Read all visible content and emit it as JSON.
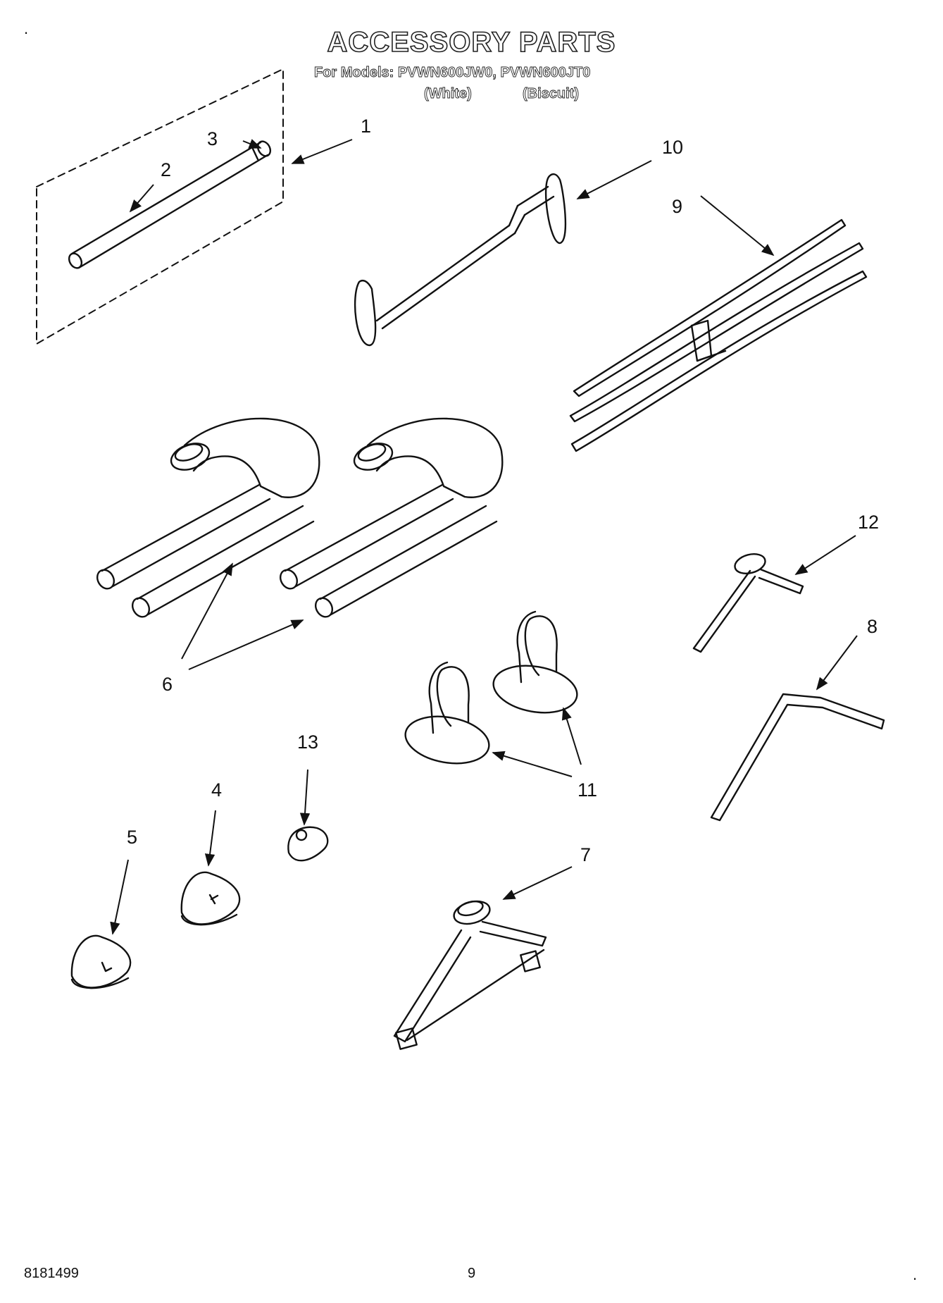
{
  "header": {
    "title": "ACCESSORY PARTS",
    "models_line": "For Models: PVWN600JW0, PVWN600JT0",
    "color_white": "(White)",
    "color_biscuit": "(Biscuit)"
  },
  "callouts": [
    "1",
    "2",
    "3",
    "4",
    "5",
    "6",
    "7",
    "8",
    "9",
    "10",
    "11",
    "12",
    "13"
  ],
  "footer": {
    "doc_number": "8181499",
    "page_number": "9"
  },
  "colors": {
    "ink": "#111111",
    "background": "#ffffff"
  }
}
